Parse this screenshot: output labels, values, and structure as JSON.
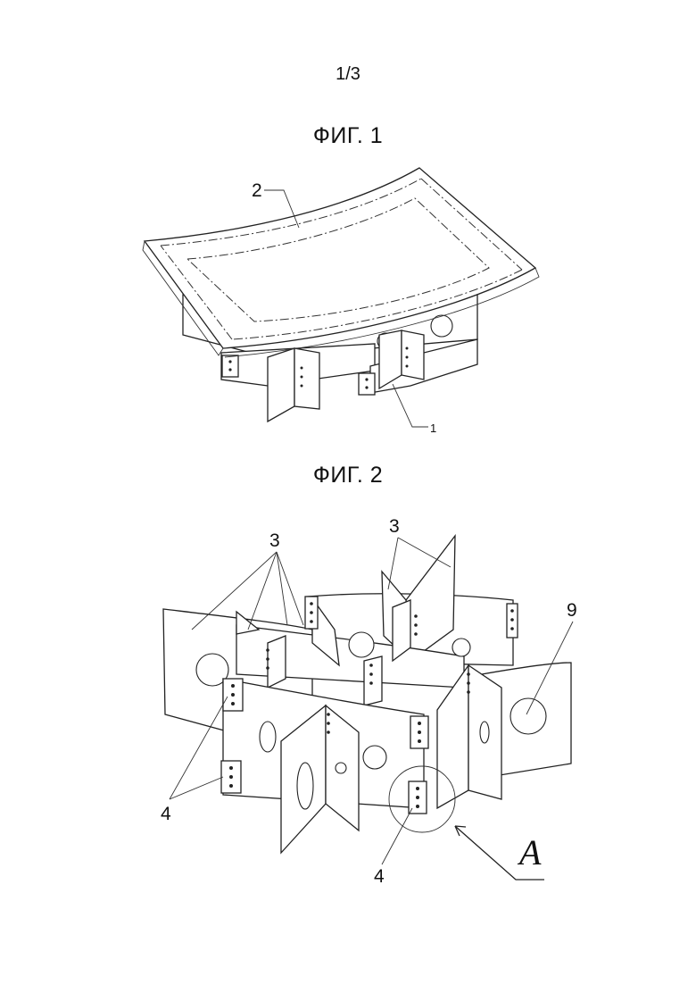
{
  "page": {
    "number": "1/3"
  },
  "figures": [
    {
      "title": "ФИГ. 1",
      "labels": {
        "cover_plate": "2",
        "frame": "1"
      }
    },
    {
      "title": "ФИГ. 2",
      "labels": {
        "plates_left": "3",
        "plates_right": "3",
        "plate_right": "9",
        "hinges_left": "4",
        "hinge_bottom": "4",
        "detail_view": "A"
      }
    }
  ]
}
